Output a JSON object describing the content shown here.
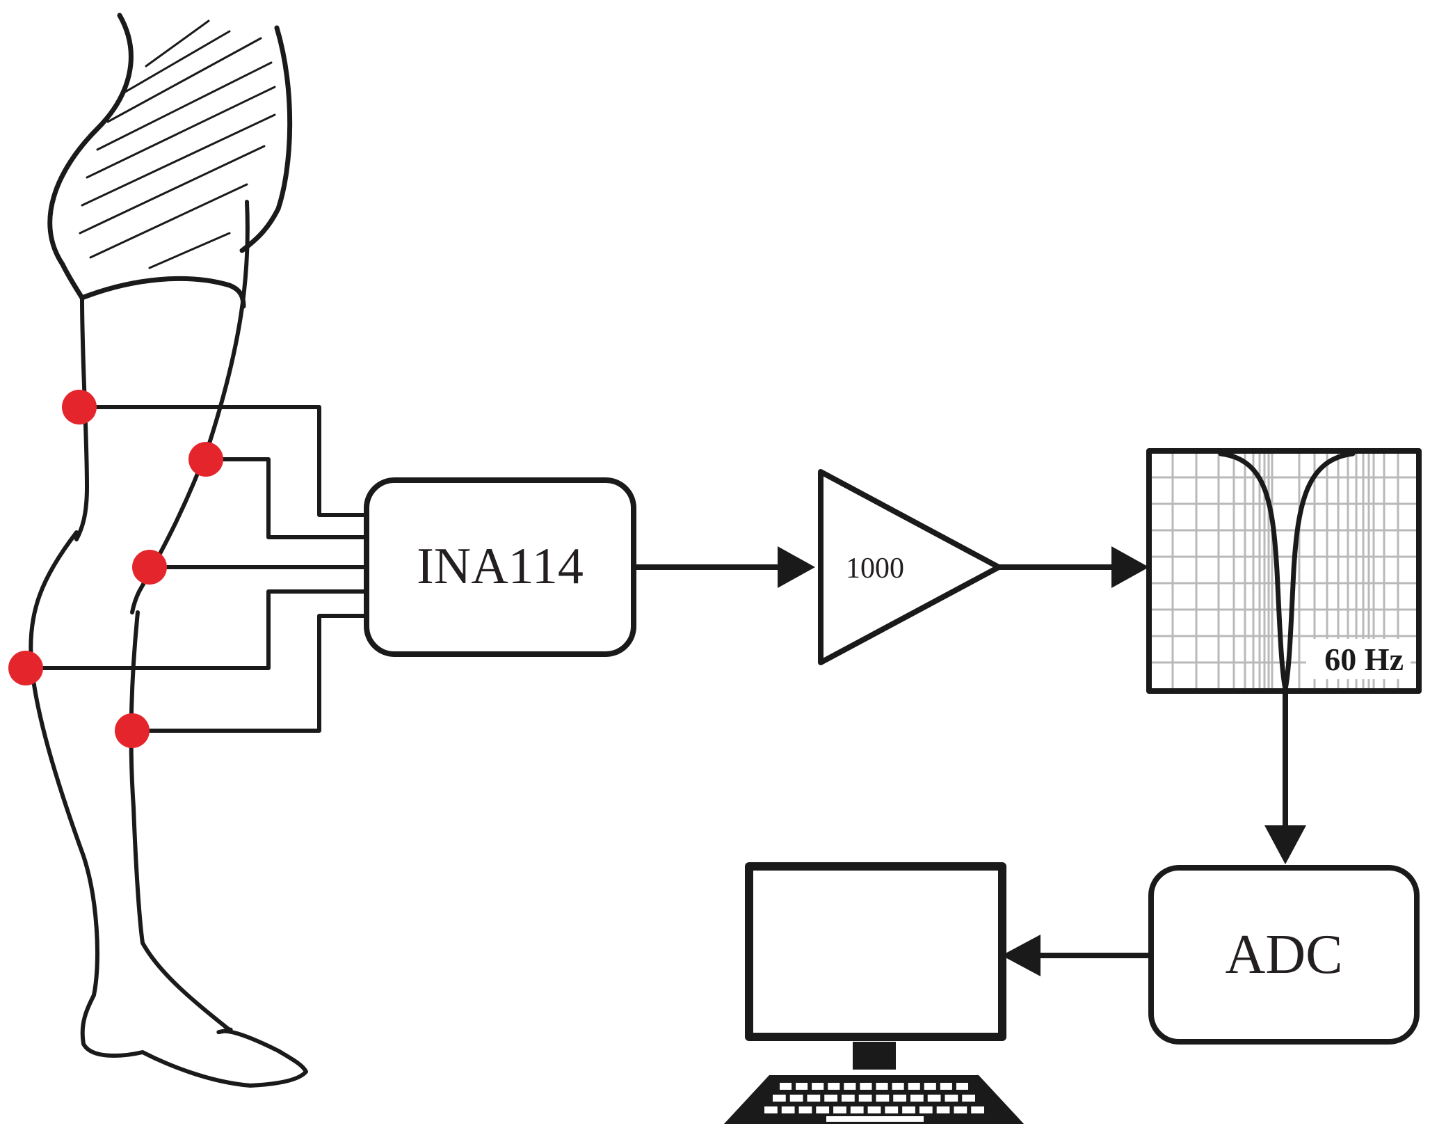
{
  "labels": {
    "instrumentation_amp": "INA114",
    "gain": "1000",
    "notch_frequency": "60 Hz",
    "adc": "ADC"
  },
  "colors": {
    "electrode": "#e4262c",
    "line": "#1a1a1a",
    "grid": "#b9b9b9"
  }
}
